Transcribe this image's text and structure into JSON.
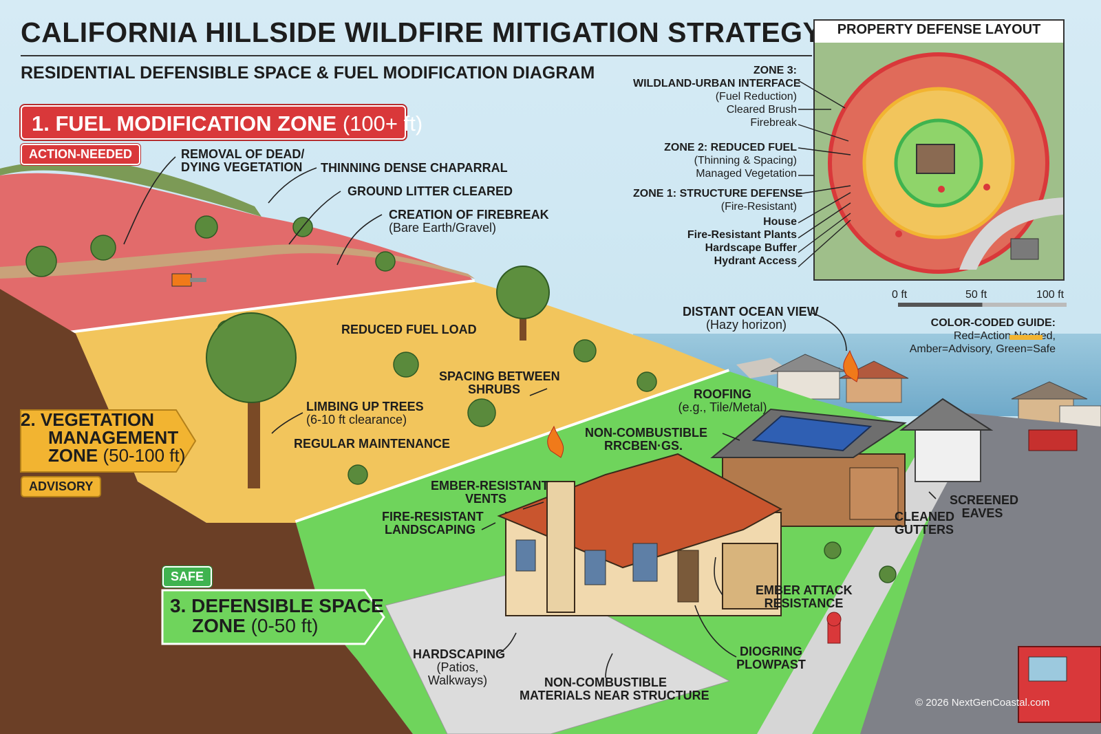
{
  "title": "CALIFORNIA HILLSIDE WILDFIRE MITIGATION STRATEGY",
  "subtitle": "RESIDENTIAL DEFENSIBLE SPACE & FUEL MODIFICATION DIAGRAM",
  "zones": {
    "zone1": {
      "title": "1. FUEL MODIFICATION ZONE",
      "range": "(100+ ft)",
      "badge": "ACTION-NEEDED",
      "color": "#d9383a"
    },
    "zone2": {
      "title_line1": "2. VEGETATION",
      "title_line2": "MANAGEMENT",
      "title_line3": "ZONE",
      "range": "(50-100 ft)",
      "badge": "ADVISORY",
      "color": "#f2b431"
    },
    "zone3": {
      "title_line1": "3. DEFENSIBLE SPACE",
      "title_line2": "ZONE",
      "range": "(0-50 ft)",
      "badge": "SAFE",
      "color": "#3fb34f"
    }
  },
  "labels": {
    "removal_line1": "REMOVAL OF DEAD/",
    "removal_line2": "DYING VEGETATION",
    "thinning": "THINNING DENSE CHAPARRAL",
    "litter": "GROUND LITTER CLEARED",
    "firebreak": "CREATION OF FIREBREAK",
    "firebreak_sub": "(Bare Earth/Gravel)",
    "reduced_fuel": "REDUCED FUEL LOAD",
    "spacing_line1": "SPACING BETWEEN",
    "spacing_line2": "SHRUBS",
    "limbing": "LIMBING UP TREES",
    "limbing_sub": "(6-10 ft clearance)",
    "maintenance": "REGULAR MAINTENANCE",
    "ember_vents_line1": "EMBER-RESISTANT",
    "ember_vents_line2": "VENTS",
    "fire_landscaping_line1": "FIRE-RESISTANT",
    "fire_landscaping_line2": "LANDSCAPING",
    "noncomb_top_line1": "NON-COMBUSTIBLE",
    "noncomb_top_line2": "RRCBEN·GS.",
    "roofing": "ROOFING",
    "roofing_sub": "(e.g., Tile/Metal)",
    "ocean": "DISTANT OCEAN VIEW",
    "ocean_sub": "(Hazy horizon)",
    "screened_line1": "SCREENED",
    "screened_line2": "EAVES",
    "gutters_line1": "CLEANED",
    "gutters_line2": "GUTTERS",
    "ember_attack_line1": "EMBER ATTACK",
    "ember_attack_line2": "RESISTANCE",
    "hardscaping": "HARDSCAPING",
    "hardscaping_sub1": "(Patios,",
    "hardscaping_sub2": "Walkways)",
    "noncomb_bottom_line1": "NON-COMBUSTIBLE",
    "noncomb_bottom_line2": "MATERIALS NEAR STRUCTURE",
    "diograng_line1": "DIOGRING",
    "diograng_line2": "PLOWPAST"
  },
  "inset": {
    "title": "PROPERTY DEFENSE LAYOUT",
    "zone3_line1": "ZONE 3:",
    "zone3_line2": "WILDLAND-URBAN INTERFACE",
    "zone3_sub": "(Fuel Reduction)",
    "cleared_brush": "Cleared Brush",
    "firebreak": "Firebreak",
    "zone2": "ZONE 2: REDUCED FUEL",
    "zone2_sub": "(Thinning & Spacing)",
    "managed_veg": "Managed Vegetation",
    "zone1": "ZONE 1: STRUCTURE DEFENSE",
    "zone1_sub": "(Fire-Resistant)",
    "house": "House",
    "plants": "Fire-Resistant Plants",
    "hardscape": "Hardscape Buffer",
    "hydrant": "Hydrant Access",
    "scale_0": "0 ft",
    "scale_50": "50 ft",
    "scale_100": "100 ft"
  },
  "guide": {
    "title": "COLOR-CODED GUIDE:",
    "line1": "Red=Action Needed,",
    "line2": "Amber=Advisory, Green=Safe"
  },
  "copyright": "© 2026 NextGenCoastal.com"
}
